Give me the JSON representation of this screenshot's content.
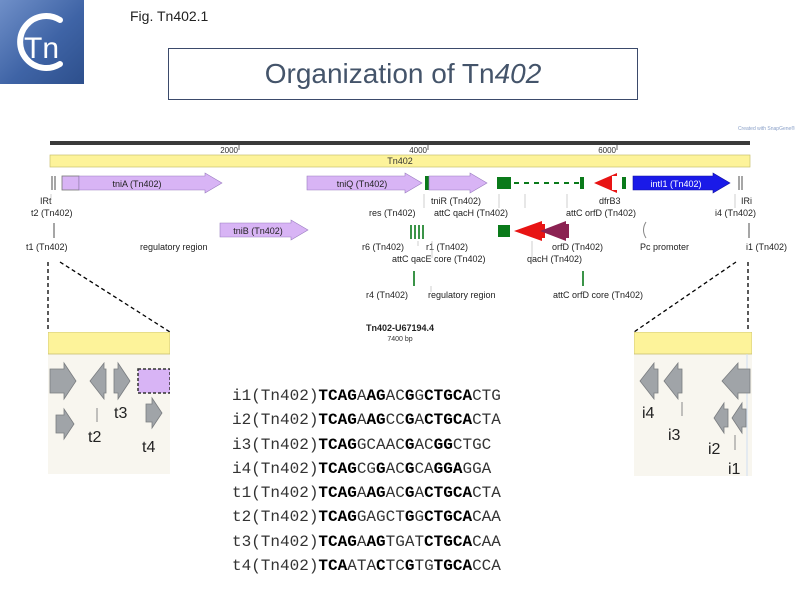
{
  "figure_label": "Fig. Tn402.1",
  "logo_text": "Tn",
  "title": {
    "prefix": "Organization of Tn",
    "italic": "402"
  },
  "snapgene_credit": "Created with SnapGene®",
  "map": {
    "ruler_ticks": [
      "2000",
      "4000",
      "6000"
    ],
    "element_bar_label": "Tn402",
    "features": {
      "tniA": "tniA (Tn402)",
      "tniQ": "tniQ (Tn402)",
      "intI1": "intI1 (Tn402)",
      "tniB": "tniB (Tn402)"
    },
    "labels": {
      "irt": "IRt",
      "t2": "t2 (Tn402)",
      "t1": "t1 (Tn402)",
      "regulatory_left": "regulatory region",
      "res": "res (Tn402)",
      "tniR": "tniR (Tn402)",
      "attc_qach_1": "attC qacH (Tn402)",
      "dfrb3": "dfrB3",
      "attc_orfd": "attC orfD (Tn402)",
      "i4": "i4 (Tn402)",
      "iri": "IRi",
      "r6": "r6 (Tn402)",
      "r1": "r1 (Tn402)",
      "orfd": "orfD (Tn402)",
      "i1": "i1 (Tn402)",
      "attc_qace_core": "attC qacE core (Tn402)",
      "qach": "qacH (Tn402)",
      "pc_promoter": "Pc promoter",
      "r4": "r4 (Tn402)",
      "regulatory_mid": "regulatory region",
      "attc_orfd_core": "attC orfD core (Tn402)"
    },
    "sequence_name": "Tn402-U67194.4",
    "sequence_length": "7400 bp"
  },
  "zoom_left_labels": {
    "t1": "t1",
    "t2": "t2",
    "t3": "t3",
    "t4": "t4"
  },
  "zoom_right_labels": {
    "i4": "i4",
    "i3": "i3",
    "i2": "i2",
    "i1": "i1"
  },
  "sequences": [
    {
      "name": "i1(Tn402)",
      "segments": [
        [
          "TCAG",
          1
        ],
        [
          "A",
          0
        ],
        [
          "AG",
          1
        ],
        [
          "AC",
          0
        ],
        [
          "G",
          1
        ],
        [
          "G",
          0
        ],
        [
          "CTGCA",
          1
        ],
        [
          "CTG",
          0
        ]
      ]
    },
    {
      "name": "i2(Tn402)",
      "segments": [
        [
          "TCAG",
          1
        ],
        [
          "A",
          0
        ],
        [
          "AG",
          1
        ],
        [
          "CC",
          0
        ],
        [
          "G",
          1
        ],
        [
          "A",
          0
        ],
        [
          "CTGCA",
          1
        ],
        [
          "CTA",
          0
        ]
      ]
    },
    {
      "name": "i3(Tn402)",
      "segments": [
        [
          "TCAG",
          1
        ],
        [
          "GCAAC",
          0
        ],
        [
          "G",
          1
        ],
        [
          "AC",
          0
        ],
        [
          "GG",
          1
        ],
        [
          "CTGC",
          0
        ]
      ]
    },
    {
      "name": "i4(Tn402)",
      "segments": [
        [
          "TCAG",
          1
        ],
        [
          "CG",
          0
        ],
        [
          "G",
          1
        ],
        [
          "AC",
          0
        ],
        [
          "G",
          1
        ],
        [
          "CA",
          0
        ],
        [
          "GGA",
          1
        ],
        [
          "GGA",
          0
        ]
      ]
    },
    {
      "name": "t1(Tn402)",
      "segments": [
        [
          "TCAG",
          1
        ],
        [
          "A",
          0
        ],
        [
          "AG",
          1
        ],
        [
          "AC",
          0
        ],
        [
          "G",
          1
        ],
        [
          "A",
          0
        ],
        [
          "CTGCA",
          1
        ],
        [
          "CTA",
          0
        ]
      ]
    },
    {
      "name": "t2(Tn402)",
      "segments": [
        [
          "TCAG",
          1
        ],
        [
          "GAGCT",
          0
        ],
        [
          "G",
          1
        ],
        [
          "G",
          0
        ],
        [
          "CTGCA",
          1
        ],
        [
          "CAA",
          0
        ]
      ]
    },
    {
      "name": "t3(Tn402)",
      "segments": [
        [
          "TCAG",
          1
        ],
        [
          "A",
          0
        ],
        [
          "AG",
          1
        ],
        [
          "TGAT",
          0
        ],
        [
          "CTGCA",
          1
        ],
        [
          "CAA",
          0
        ]
      ]
    },
    {
      "name": "t4(Tn402)",
      "segments": [
        [
          "TCA",
          1
        ],
        [
          "ATA",
          0
        ],
        [
          "C",
          1
        ],
        [
          "TC",
          0
        ],
        [
          "G",
          1
        ],
        [
          "TG",
          0
        ],
        [
          "TGCA",
          1
        ],
        [
          "CCA",
          0
        ]
      ]
    }
  ]
}
